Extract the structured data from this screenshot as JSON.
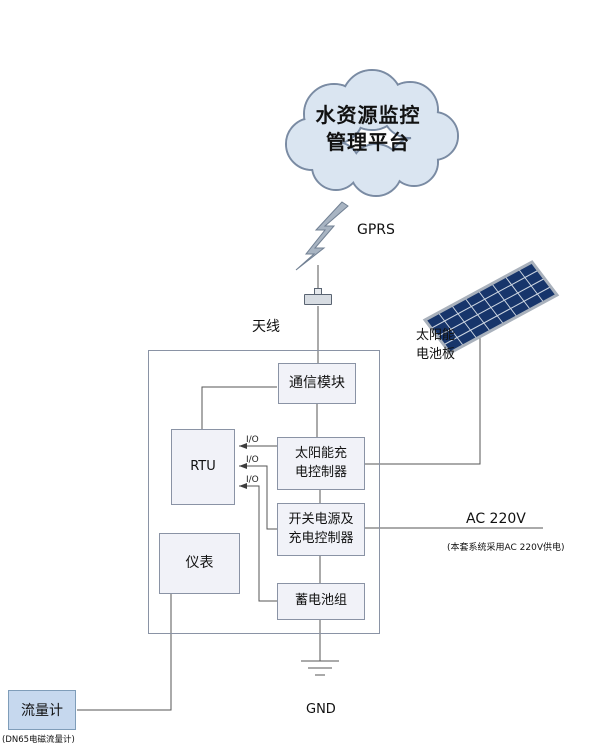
{
  "cloud": {
    "line1": "水资源监控",
    "line2": "管理平台"
  },
  "labels": {
    "gprs": "GPRS",
    "antenna": "天线",
    "solar_panel_line1": "太阳能",
    "solar_panel_line2": "电池板",
    "ac_power": "AC  220V",
    "ac_note": "(本套系统采用AC 220V供电)",
    "gnd": "GND",
    "flow_meter_note": "(DN65电磁流量计)"
  },
  "io": {
    "top": "I/O",
    "middle": "I/O",
    "bottom": "I/O"
  },
  "boxes": {
    "comm_module": "通信模块",
    "rtu": "RTU",
    "solar_controller_line1": "太阳能充",
    "solar_controller_line2": "电控制器",
    "power_controller_line1": "开关电源及",
    "power_controller_line2": "充电控制器",
    "instrument": "仪表",
    "battery_pack": "蓄电池组",
    "flow_meter": "流量计"
  },
  "colors": {
    "line": "#555555",
    "box_border": "#8a93a5",
    "box_fill": "#f1f2f8",
    "cloud_fill": "#dae5f1",
    "cloud_stroke": "#7a8ba3",
    "panel_cell": "#17356b",
    "panel_grid": "#cdd6e2",
    "flow_meter_fill": "#c6d8ee",
    "flow_meter_border": "#7f9db9"
  }
}
